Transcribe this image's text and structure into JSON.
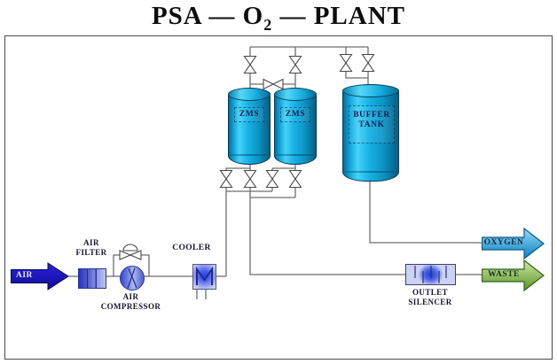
{
  "title": {
    "pre": "PSA — O",
    "sub": "2",
    "post": " — PLANT"
  },
  "components": {
    "air_inlet": {
      "label": "AIR"
    },
    "air_filter": {
      "label_line1": "AIR",
      "label_line2": "FILTER"
    },
    "air_compressor": {
      "label_line1": "AIR",
      "label_line2": "COMPRESSOR"
    },
    "cooler": {
      "label": "COOLER"
    },
    "zms_vessel_1": {
      "label": "ZMS"
    },
    "zms_vessel_2": {
      "label": "ZMS"
    },
    "buffer_tank": {
      "label_line1": "BUFFER",
      "label_line2": "TANK"
    },
    "outlet_silencer": {
      "label_line1": "OUTLET",
      "label_line2": "SILENCER"
    },
    "oxygen_outlet": {
      "label": "OXYGEN"
    },
    "waste_outlet": {
      "label": "WASTE"
    }
  },
  "colors": {
    "air_arrow": "#1c13c0",
    "oxygen_arrow_light": "#8ed8f2",
    "oxygen_arrow_dark": "#0e86c8",
    "waste_arrow_light": "#cfe6a0",
    "waste_arrow_dark": "#5f9c2e",
    "vessel_blue": "#0fa8dc",
    "equipment_blue": "#4d60ee",
    "pipe_gray": "#6e6e6e",
    "label_navy": "#141433"
  }
}
